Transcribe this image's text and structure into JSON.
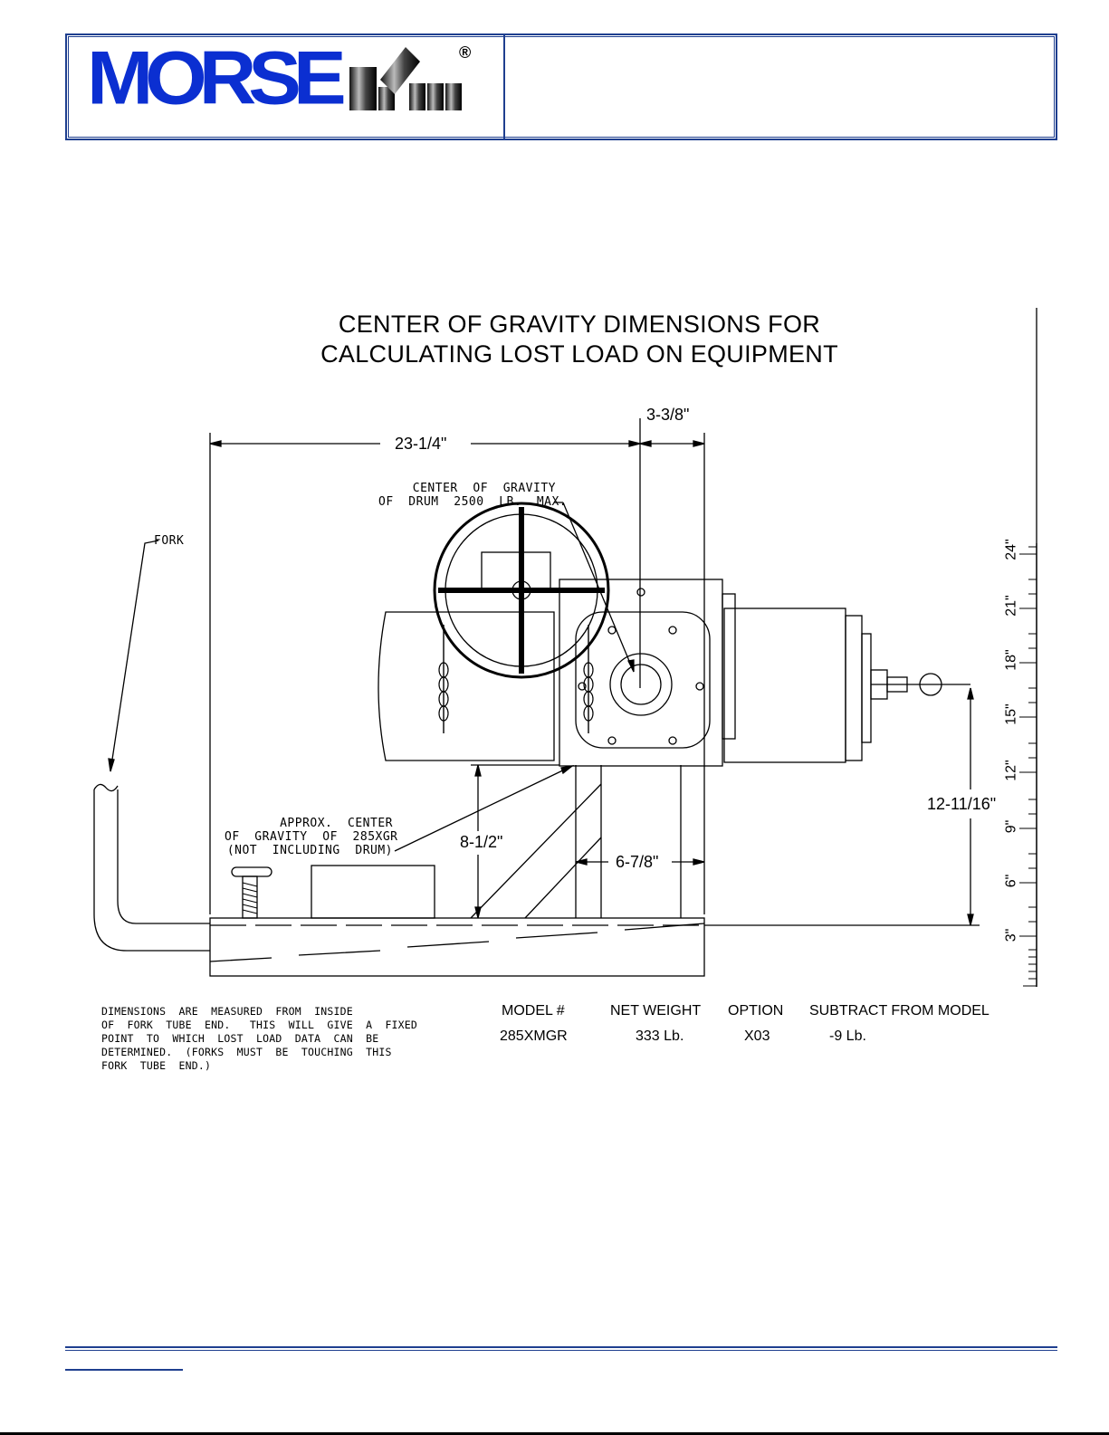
{
  "header": {
    "logo_text": "MORSE",
    "logo_registered": "®",
    "right_panel_text": ""
  },
  "title": {
    "line1": "CENTER OF GRAVITY DIMENSIONS FOR",
    "line2": "CALCULATING LOST LOAD ON EQUIPMENT"
  },
  "dimensions": {
    "overall": "23-1/4\"",
    "offset_top": "3-3/8\"",
    "height_cg": "8-1/2\"",
    "base_cg": "6-7/8\"",
    "drum_height": "12-11/16\""
  },
  "callouts": {
    "fork": "FORK",
    "drum_cg": "CENTER  OF  GRAVITY\nOF  DRUM  2500  LB.  MAX.",
    "unit_cg": "APPROX.  CENTER\nOF  GRAVITY  OF  285XGR\n(NOT  INCLUDING  DRUM)"
  },
  "ruler": {
    "labels": [
      "3\"",
      "6\"",
      "9\"",
      "12\"",
      "15\"",
      "18\"",
      "21\"",
      "24\""
    ]
  },
  "notes": {
    "text": "DIMENSIONS  ARE  MEASURED  FROM  INSIDE\nOF  FORK  TUBE  END.   THIS  WILL  GIVE  A  FIXED\nPOINT  TO  WHICH  LOST  LOAD  DATA  CAN  BE\nDETERMINED.  (FORKS  MUST  BE  TOUCHING  THIS\nFORK  TUBE  END.)"
  },
  "spec_table": {
    "headers": [
      "MODEL #",
      "NET WEIGHT",
      "OPTION",
      "SUBTRACT FROM MODEL"
    ],
    "row": [
      "285XMGR",
      "333 Lb.",
      "X03",
      "-9 Lb."
    ]
  },
  "colors": {
    "brand_blue": "#0b2fd1",
    "border_blue": "#1f3f8f"
  }
}
